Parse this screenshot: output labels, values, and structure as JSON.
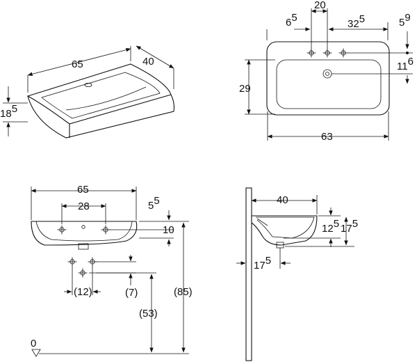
{
  "views": {
    "iso": {
      "width": {
        "main": "65"
      },
      "depth": {
        "main": "40"
      },
      "height": {
        "main": "18",
        "sup": "5"
      }
    },
    "top": {
      "tap_spacing": {
        "main": "20"
      },
      "left_hole": {
        "main": "6",
        "sup": "5"
      },
      "right_hole": {
        "main": "32",
        "sup": "5"
      },
      "edge_offset": {
        "main": "5",
        "sup": "9"
      },
      "overflow": {
        "main": "11",
        "sup": "6"
      },
      "bowl_depth": {
        "main": "29"
      },
      "bowl_width": {
        "main": "63"
      }
    },
    "front": {
      "width": {
        "main": "65"
      },
      "fixing_spacing": {
        "main": "28"
      },
      "rim_offset": {
        "main": "5",
        "sup": "5"
      },
      "rim_height": {
        "main": "10"
      },
      "supply_spacing": {
        "main": "(12)"
      },
      "supply_height": {
        "main": "(7)"
      },
      "drain_height": {
        "main": "(53)"
      },
      "rim_total": {
        "main": "(85)"
      },
      "floor_level": {
        "main": "0"
      }
    },
    "side": {
      "depth": {
        "main": "40"
      },
      "overflow_drop": {
        "main": "12",
        "sup": "5"
      },
      "side_height": {
        "main": "17",
        "sup": "5"
      },
      "drain_offset": {
        "main": "17",
        "sup": "5"
      }
    }
  },
  "colors": {
    "line": "#111111",
    "background": "#ffffff"
  },
  "icons": [
    "crosshair-icon",
    "floor-level-triangle-icon"
  ]
}
